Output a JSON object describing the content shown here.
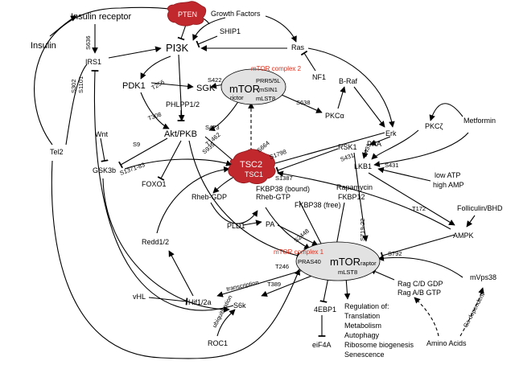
{
  "nodes": {
    "insulin": "Insulin",
    "insulin_receptor": "Insulin receptor",
    "irs1": "IRS1",
    "pten": "PTEN",
    "growth_factors": "Growth Factors",
    "ship1": "SHIP1",
    "pi3k": "PI3K",
    "ras": "Ras",
    "pdk1": "PDK1",
    "sgk": "SGK",
    "nf1": "NF1",
    "braf": "B-Raf",
    "phlpp": "PHLPP1/2",
    "akt": "Akt/PKB",
    "pkca": "PKCα",
    "erk": "Erk",
    "pkcz": "PKCζ",
    "metformin": "Metformin",
    "wnt": "Wnt",
    "gsk3b": "GSK3b",
    "tsc2": "TSC2",
    "tsc1": "TSC1",
    "rsk1": "RSK1",
    "pka": "PKA",
    "lkb1": "LKB1",
    "tel2": "Tel2",
    "foxo1": "FOXO1",
    "rheb_gdp": "Rheb-GDP",
    "rheb_gtp": "Rheb-GTP",
    "fkbp38_bound": "FKBP38 (bound)",
    "fkbp38_free": "FKBP38 (free)",
    "rapamycin": "Rapamycin",
    "fkbp12": "FKBP12",
    "low_atp": "low ATP",
    "high_amp": "high AMP",
    "folliculin": "Folliculin/BHD",
    "redd": "Redd1/2",
    "pld1": "PLD1",
    "pa": "PA",
    "ampk": "AMPK",
    "vhl": "vHL",
    "hif": "Hif1/2a",
    "s6k": "S6k",
    "ebp1": "4EBP1",
    "eif4a": "eiF4A",
    "roc1": "ROC1",
    "mvps38": "mVps38",
    "rag_cd": "Rag C/D GDP",
    "rag_ab": "Rag A/B GTP",
    "amino_acids": "Amino Acids"
  },
  "complexes": {
    "mtorc2": {
      "title": "mTOR complex 2",
      "core": "mTOR",
      "prr5": "PRR5/5L",
      "msin1": "mSIN1",
      "rictor": "rictor",
      "mlst8": "mLST8"
    },
    "mtorc1": {
      "title": "mTOR complex 1",
      "core": "mTOR",
      "pras40": "PRAS40",
      "raptor": "raptor",
      "mlst8": "mLST8"
    }
  },
  "sites": {
    "s636": "S636",
    "s302": "S302",
    "s1101": "S1101",
    "t256": "T256",
    "s422": "S422",
    "s638": "S638",
    "t308": "T308",
    "s473": "S473",
    "s9": "S9",
    "t1462": "T1462",
    "s939": "S939",
    "s664": "S664",
    "s1798": "S1798",
    "s1371": "S1371-83",
    "s1387": "S1387",
    "s431a": "S431",
    "s431b": "S431",
    "s431c": "S431",
    "t172": "T172",
    "s719": "S719-22",
    "s2448": "S2448",
    "t246": "T246",
    "s792": "S792",
    "t389": "T389"
  },
  "annotations": {
    "transcription": "transcription",
    "ubiquitination": "ubiquitination",
    "ca_dependent": "Ca-dependent"
  },
  "regulation": {
    "heading": "Regulation of:",
    "items": [
      "Translation",
      "Metabolism",
      "Autophagy",
      "Ribosome biogenesis",
      "Senescence"
    ]
  },
  "colors": {
    "blob": "#c0282d",
    "blob_dark": "#8e1a1e",
    "complex_fill": "#e2e2e2",
    "label_red": "#e0301e"
  }
}
